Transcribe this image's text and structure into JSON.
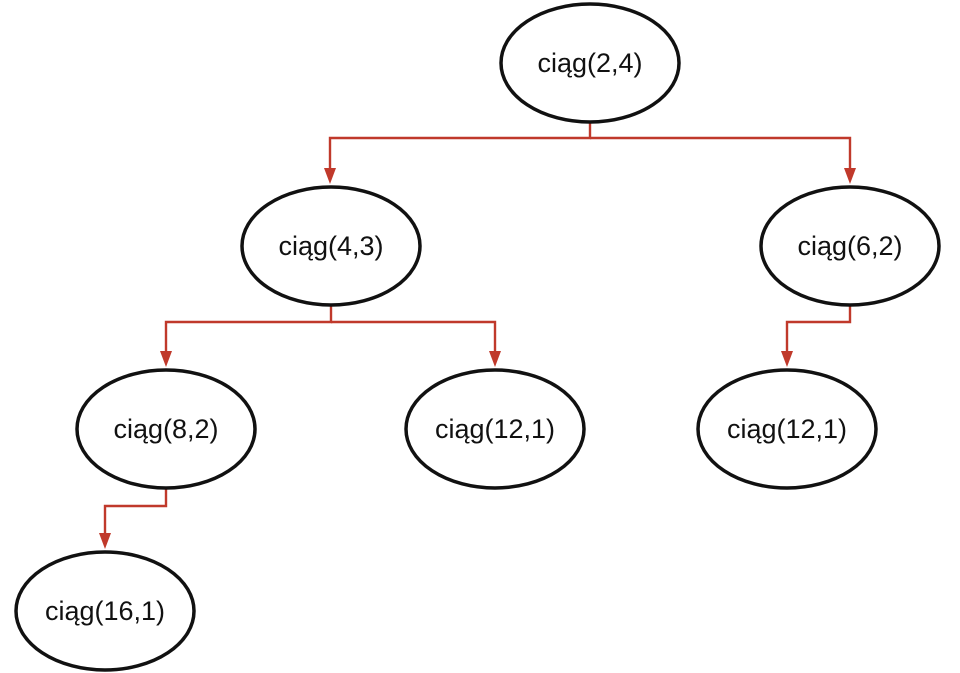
{
  "colors": {
    "edge": "#c0392b",
    "node_stroke": "#111111",
    "node_fill": "#ffffff",
    "text": "#111111"
  },
  "nodes": [
    {
      "id": "n1",
      "label": "ciąg(2,4)"
    },
    {
      "id": "n2",
      "label": "ciąg(4,3)"
    },
    {
      "id": "n3",
      "label": "ciąg(6,2)"
    },
    {
      "id": "n4",
      "label": "ciąg(8,2)"
    },
    {
      "id": "n5",
      "label": "ciąg(12,1)"
    },
    {
      "id": "n6",
      "label": "ciąg(12,1)"
    },
    {
      "id": "n7",
      "label": "ciąg(16,1)"
    }
  ],
  "edges": [
    {
      "from": "n1",
      "to": "n2"
    },
    {
      "from": "n1",
      "to": "n3"
    },
    {
      "from": "n2",
      "to": "n4"
    },
    {
      "from": "n2",
      "to": "n5"
    },
    {
      "from": "n3",
      "to": "n6"
    },
    {
      "from": "n4",
      "to": "n7"
    }
  ]
}
